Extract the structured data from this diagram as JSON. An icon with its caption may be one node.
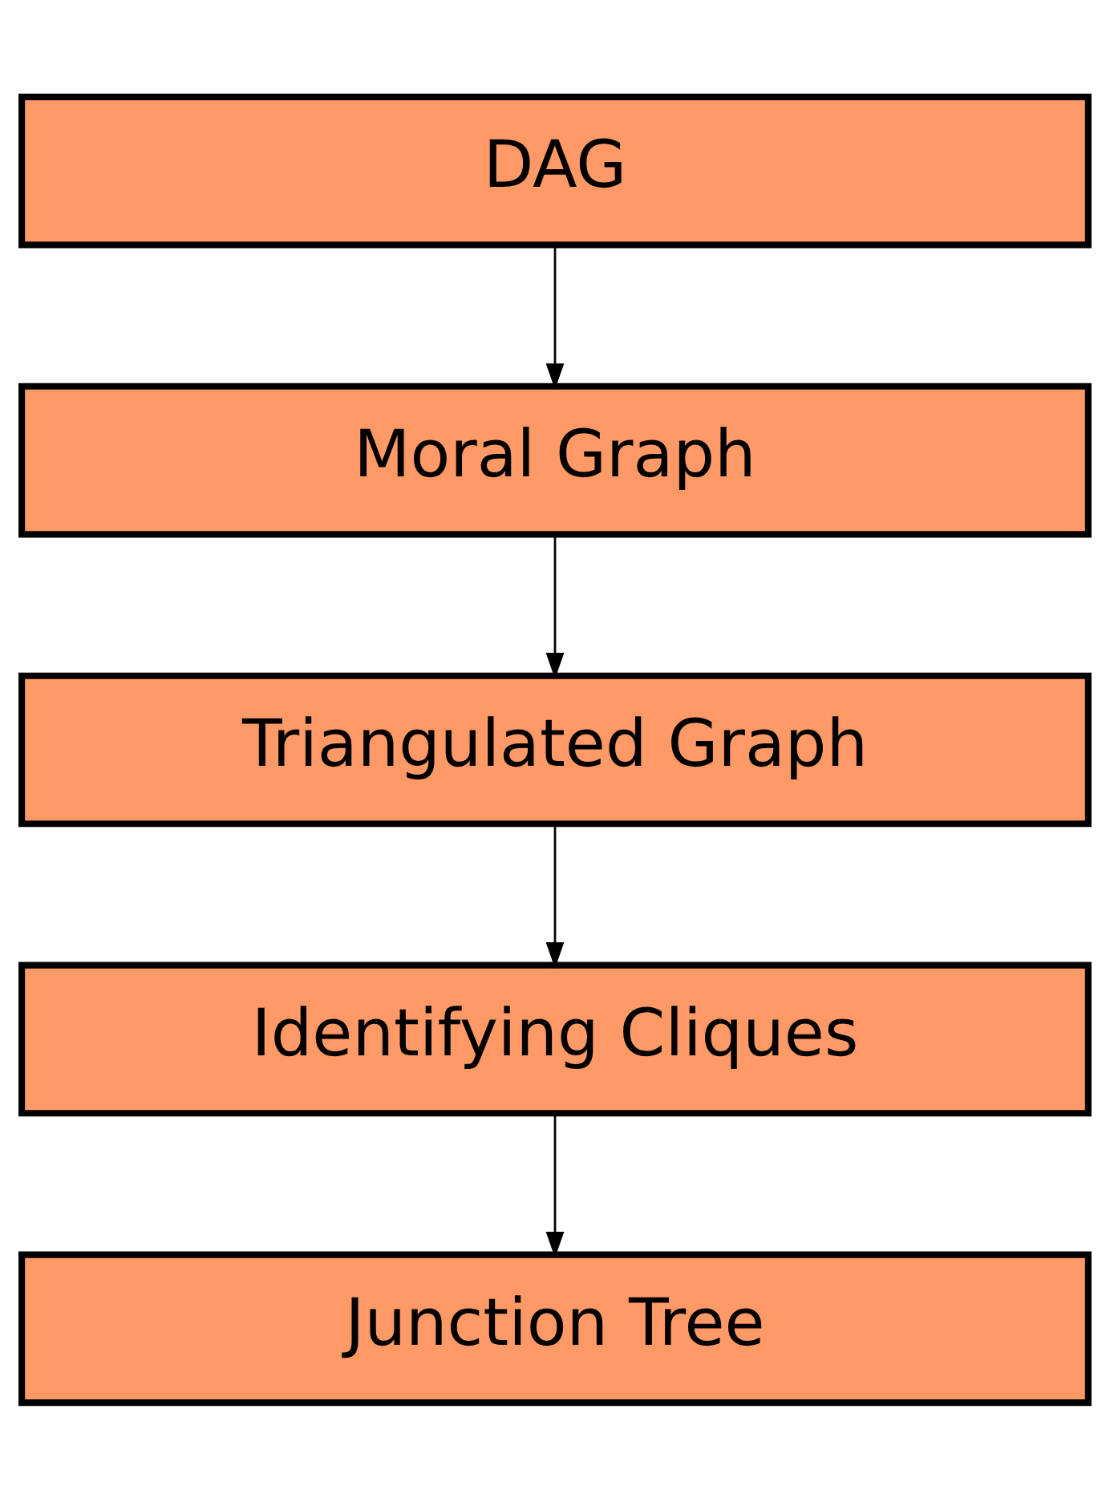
{
  "diagram": {
    "nodes": [
      {
        "text": [
          "DAG"
        ]
      },
      {
        "text": [
          "Moral Graph"
        ]
      },
      {
        "text": [
          "Triangulated Graph"
        ]
      },
      {
        "text": [
          "Identifying Cliques"
        ]
      },
      {
        "text": [
          "Junction Tree"
        ]
      }
    ],
    "edges": [
      {
        "from": 0,
        "to": 1,
        "arrow": "to"
      },
      {
        "from": 1,
        "to": 2,
        "arrow": "to"
      },
      {
        "from": 2,
        "to": 3,
        "arrow": "to"
      },
      {
        "from": 3,
        "to": 4,
        "arrow": "to"
      }
    ]
  }
}
